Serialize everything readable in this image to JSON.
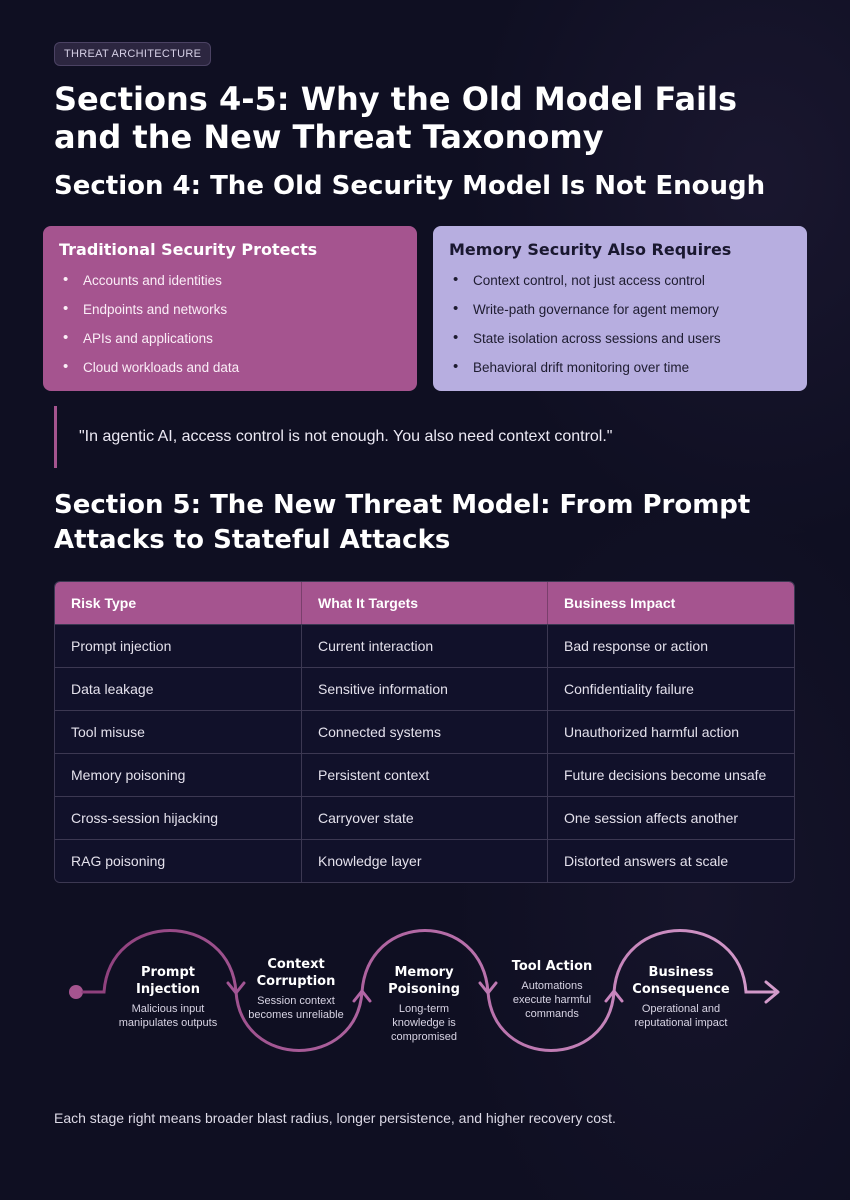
{
  "tag": "THREAT ARCHITECTURE",
  "title": "Sections 4-5: Why the Old Model Fails and the New Threat Taxonomy",
  "section4": {
    "title": "Section 4: The Old Security Model Is Not Enough",
    "left_card": {
      "title": "Traditional Security Protects",
      "items": [
        "Accounts and identities",
        "Endpoints and networks",
        "APIs and applications",
        "Cloud workloads and data"
      ]
    },
    "right_card": {
      "title": "Memory Security Also Requires",
      "items": [
        "Context control, not just access control",
        "Write-path governance for agent memory",
        "State isolation across sessions and users",
        "Behavioral drift monitoring over time"
      ]
    },
    "quote": "\"In agentic AI, access control is not enough. You also need context control.\""
  },
  "section5": {
    "title": "Section 5: The New Threat Model: From Prompt Attacks to Stateful Attacks",
    "table": {
      "headers": [
        "Risk Type",
        "What It Targets",
        "Business Impact"
      ],
      "rows": [
        [
          "Prompt injection",
          "Current interaction",
          "Bad response or action"
        ],
        [
          "Data leakage",
          "Sensitive information",
          "Confidentiality failure"
        ],
        [
          "Tool misuse",
          "Connected systems",
          "Unauthorized harmful action"
        ],
        [
          "Memory poisoning",
          "Persistent context",
          "Future decisions become unsafe"
        ],
        [
          "Cross-session hijacking",
          "Carryover state",
          "One session affects another"
        ],
        [
          "RAG poisoning",
          "Knowledge layer",
          "Distorted answers at scale"
        ]
      ]
    }
  },
  "flow": {
    "stages": [
      {
        "title": "Prompt Injection",
        "desc": "Malicious input manipulates outputs"
      },
      {
        "title": "Context Corruption",
        "desc": "Session context becomes unreliable"
      },
      {
        "title": "Memory Poisoning",
        "desc": "Long-term knowledge is compromised"
      },
      {
        "title": "Tool Action",
        "desc": "Automations execute harmful commands"
      },
      {
        "title": "Business Consequence",
        "desc": "Operational and reputational impact"
      }
    ]
  },
  "footer": "Each stage right means broader blast radius, longer persistence, and higher recovery cost.",
  "colors": {
    "accent": "#a5548f",
    "lavender": "#b7aee0",
    "background": "#0f0f22"
  }
}
